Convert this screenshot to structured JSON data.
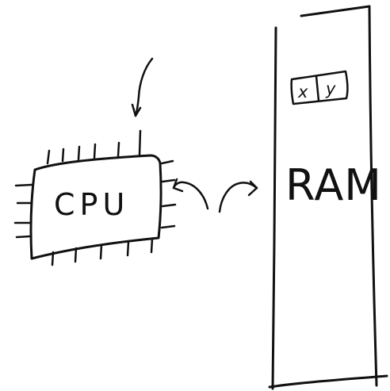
{
  "diagram": {
    "cpu": {
      "label": "CPU"
    },
    "ram": {
      "label": "RAM",
      "cells": [
        "x",
        "y"
      ]
    },
    "connection": {
      "type": "bidirectional-arrow"
    },
    "pointer": {
      "type": "arrow-down"
    }
  }
}
